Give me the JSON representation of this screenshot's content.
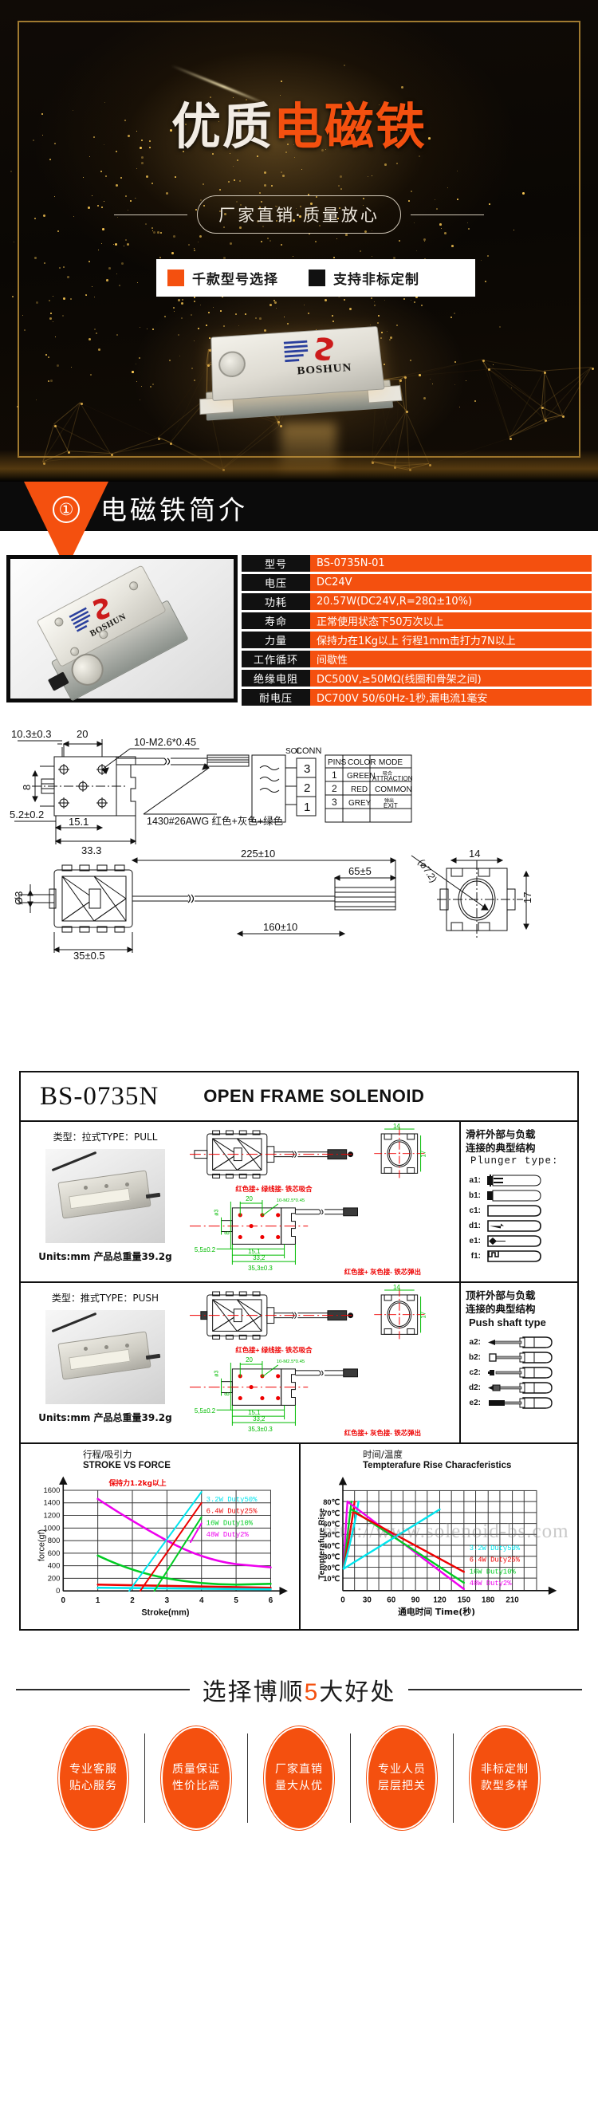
{
  "hero": {
    "title_white": "优质",
    "title_orange": "电磁铁",
    "subtitle": "厂家直销·质量放心",
    "badge_left": "千款型号选择",
    "badge_right": "支持非标定制",
    "brand": "BOSHUN"
  },
  "section1": {
    "number": "①",
    "title": "电磁铁简介"
  },
  "spec": {
    "rows": [
      {
        "key": "型号",
        "value": "BS-0735N-01"
      },
      {
        "key": "电压",
        "value": "DC24V"
      },
      {
        "key": "功耗",
        "value": "20.57W(DC24V,R=28Ω±10%)"
      },
      {
        "key": "寿命",
        "value": "正常使用状态下50万次以上"
      },
      {
        "key": "力量",
        "value": "保持力在1Kg以上 行程1mm击打力7N以上"
      },
      {
        "key": "工作循环",
        "value": "间歇性"
      },
      {
        "key": "绝缘电阻",
        "value": "DC500V,≥50MΩ(线圈和骨架之间)"
      },
      {
        "key": "耐电压",
        "value": "DC700V 50/60Hz-1秒,漏电流1毫安"
      }
    ],
    "photo_brand": "BOSHUN"
  },
  "drawing": {
    "dims": {
      "d1": "10.3±0.3",
      "d2": "20",
      "d3": "10-M2.6*0.45",
      "d4": "8",
      "d5": "5.2±0.2",
      "d6": "15.1",
      "d7": "33.3",
      "d8": "225±10",
      "d9": "65±5",
      "d10": "160±10",
      "d11": "35±0.5",
      "d12": "Ø3",
      "d13": "14",
      "d14": "17",
      "d15": "(ø7.2)"
    },
    "wire_note": "1430#26AWG 红色+灰色+绿色",
    "sol_label": "SOL",
    "conn_label": "CONN",
    "conn_pins": [
      "3",
      "2",
      "1"
    ],
    "pin_table": {
      "headers": [
        "PINS",
        "COLOR",
        "MODE"
      ],
      "rows": [
        {
          "pin": "1",
          "color": "GREEN",
          "mode_cn": "吸合",
          "mode_en": "ATTRACTION"
        },
        {
          "pin": "2",
          "color": "RED",
          "mode_cn": "",
          "mode_en": "COMMON"
        },
        {
          "pin": "3",
          "color": "GREY",
          "mode_cn": "弹出",
          "mode_en": "EXIT"
        }
      ]
    }
  },
  "datasheet": {
    "model": "BS-0735N",
    "kind": "OPEN FRAME SOLENOID",
    "rows": [
      {
        "type_label": "类型：拉式TYPE：PULL",
        "units": "Units:mm 产品总重量39.2g",
        "wire_note_top": "红色接+ 绿线接- 铁芯吸合",
        "wire_note_bottom": "红色接+ 灰色接- 铁芯弹出",
        "dims": [
          "14",
          "20",
          "10-M2.5*0.45",
          "ø3",
          "8",
          "5,5±0.2",
          "15,1",
          "33,2",
          "35,3±0.3",
          "17"
        ],
        "side_title_cn1": "滑杆外部与负载",
        "side_title_cn2": "连接的典型结构",
        "side_title_en": "Plunger type:",
        "plungers": [
          "a1:",
          "b1:",
          "c1:",
          "d1:",
          "e1:",
          "f1:"
        ]
      },
      {
        "type_label": "类型：推式TYPE：PUSH",
        "units": "Units:mm 产品总重量39.2g",
        "wire_note_top": "红色接+ 绿线接- 铁芯吸合",
        "wire_note_bottom": "红色接+ 灰色接- 铁芯弹出",
        "dims": [
          "14",
          "20",
          "10-M2.5*0.45",
          "ø3",
          "8",
          "5,5±0.2",
          "15,1",
          "33,2",
          "35,3±0.3",
          "17"
        ],
        "side_title_cn1": "顶杆外部与负载",
        "side_title_cn2": "连接的典型结构",
        "side_title_en": "Push shaft type",
        "plungers": [
          "a2:",
          "b2:",
          "c2:",
          "d2:",
          "e2:"
        ]
      }
    ],
    "watermark": "http://www.solenoid-bs.com"
  },
  "chart_data": [
    {
      "type": "line",
      "title": "STROKE VS FORCE",
      "title_cn": "行程/吸引力",
      "annotation": "保持力1.2kg以上",
      "xlabel": "Stroke(mm)",
      "ylabel": "force(gf)",
      "xlim": [
        0,
        6
      ],
      "ylim": [
        0,
        1700
      ],
      "xticks": [
        0,
        1,
        2,
        3,
        4,
        5,
        6
      ],
      "yticks": [
        0,
        200,
        400,
        600,
        800,
        1000,
        1200,
        1400,
        1600
      ],
      "grid": true,
      "legend_position": "top-right",
      "series": [
        {
          "name": "3.2W Duty50%",
          "color": "#00e5ee",
          "x": [
            1,
            2,
            3,
            4,
            5,
            6
          ],
          "values": [
            60,
            55,
            50,
            45,
            40,
            35
          ]
        },
        {
          "name": "6.4W Duty25%",
          "color": "#ee0000",
          "x": [
            1,
            2,
            3,
            4,
            5,
            6
          ],
          "values": [
            105,
            100,
            95,
            85,
            75,
            60
          ]
        },
        {
          "name": "16W Duty10%",
          "color": "#00cc22",
          "x": [
            1,
            2,
            3,
            4,
            5,
            6
          ],
          "values": [
            560,
            400,
            310,
            240,
            180,
            110
          ]
        },
        {
          "name": "48W  Duty2%",
          "color": "#ee00ee",
          "x": [
            1,
            2,
            3,
            4,
            5,
            6
          ],
          "values": [
            1450,
            1180,
            1000,
            870,
            770,
            705
          ]
        }
      ],
      "rising_series": [
        {
          "name": "3.2W Duty50% rise",
          "color": "#00e5ee",
          "x": [
            1.9,
            4.0
          ],
          "values": [
            0,
            1580
          ]
        },
        {
          "name": "6.4W Duty25% rise",
          "color": "#ee0000",
          "x": [
            2.2,
            4.0
          ],
          "values": [
            0,
            1390
          ]
        },
        {
          "name": "16W Duty10% rise",
          "color": "#00cc22",
          "x": [
            2.6,
            4.0
          ],
          "values": [
            0,
            1180
          ]
        },
        {
          "name": "48W Duty2% rise",
          "color": "#ee00ee",
          "x": [
            3.6,
            4.0
          ],
          "values": [
            820,
            1080
          ]
        }
      ]
    },
    {
      "type": "line",
      "title": "Tempterafure Rise Characferistics",
      "title_cn": "时间/温度",
      "xlabel": "通电时间  Time(秒)",
      "ylabel": "Tempterafure Rise",
      "xlim": [
        0,
        225
      ],
      "ylim": [
        0,
        90
      ],
      "xticks": [
        0,
        30,
        60,
        90,
        120,
        150,
        180,
        210
      ],
      "yticks": [
        10,
        20,
        30,
        40,
        50,
        60,
        70,
        80
      ],
      "ytick_suffix": "℃",
      "grid": true,
      "legend_position": "bottom-right",
      "series": [
        {
          "name": "3.2W Duty50%",
          "color": "#00e5ee",
          "x": [
            0,
            120
          ],
          "values": [
            31,
            67
          ]
        },
        {
          "name": "6.4W Duty25%",
          "color": "#ee0000",
          "x": [
            15,
            150
          ],
          "values": [
            60,
            25
          ]
        },
        {
          "name": "16W Duty10%",
          "color": "#00cc22",
          "x": [
            9,
            150
          ],
          "values": [
            52,
            10
          ]
        },
        {
          "name": "48W  Duty2%",
          "color": "#ee00ee",
          "x": [
            5,
            150
          ],
          "values": [
            45,
            3
          ]
        }
      ],
      "spike_series": [
        {
          "name": "3.2W spike",
          "color": "#00e5ee",
          "x": [
            0,
            15
          ],
          "values": [
            31,
            70
          ]
        },
        {
          "name": "6.4W spike",
          "color": "#ee0000",
          "x": [
            0,
            14
          ],
          "values": [
            31,
            70
          ]
        },
        {
          "name": "16W spike",
          "color": "#00cc22",
          "x": [
            0,
            9
          ],
          "values": [
            31,
            70
          ]
        },
        {
          "name": "48W spike",
          "color": "#ee00ee",
          "x": [
            0,
            5
          ],
          "values": [
            31,
            70
          ]
        }
      ]
    }
  ],
  "benefits": {
    "title_prefix": "选择博顺",
    "title_num": "5",
    "title_suffix": "大好处",
    "items": [
      {
        "l1": "专业客服",
        "l2": "贴心服务"
      },
      {
        "l1": "质量保证",
        "l2": "性价比高"
      },
      {
        "l1": "厂家直销",
        "l2": "量大从优"
      },
      {
        "l1": "专业人员",
        "l2": "层层把关"
      },
      {
        "l1": "非标定制",
        "l2": "款型多样"
      }
    ]
  }
}
